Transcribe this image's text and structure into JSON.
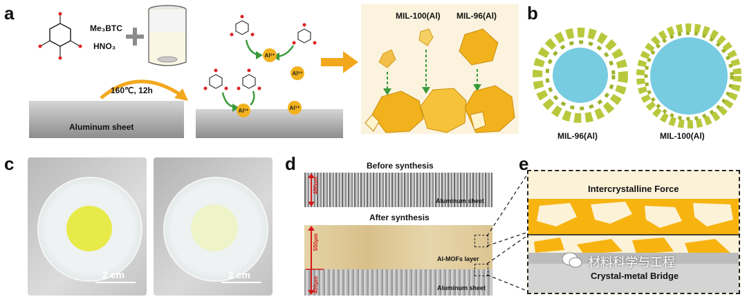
{
  "panels": {
    "a": "a",
    "b": "b",
    "c": "c",
    "d": "d",
    "e": "e"
  },
  "panel_a": {
    "reagent_1": "Me₃BTC",
    "reagent_2": "HNO₃",
    "condition": "160℃, 12h",
    "substrate": "Aluminum sheet",
    "ion": "Al³⁺",
    "product_1": "MIL-100(Al)",
    "product_2": "MIL-96(Al)"
  },
  "panel_b": {
    "structure_1": "MIL-96(Al)",
    "structure_2": "MIL-100(Al)"
  },
  "panel_c": {
    "scale_left": "2 cm",
    "scale_right": "2 cm"
  },
  "panel_d": {
    "before_title": "Before synthesis",
    "after_title": "After synthesis",
    "before_thickness": "480μm",
    "after_thickness": "550μm",
    "base_thickness": "400μm",
    "layer_label": "Al-MOFs layer",
    "sheet_label_top": "Aluminum sheet",
    "sheet_label_bottom": "Aluminum sheet"
  },
  "panel_e": {
    "top_label": "Intercrystalline Force",
    "bottom_label": "Crystal-metal Bridge"
  },
  "watermark": "材料科学与工程",
  "colors": {
    "mof_gold": "#f2b21d",
    "arrow_green": "#3a9a3a",
    "arrow_orange": "#f2a81d",
    "red_measure": "#d21a1a"
  }
}
